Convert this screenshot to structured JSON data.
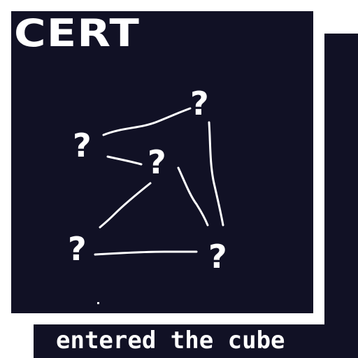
{
  "title": "CERT",
  "caption": "entered the cube",
  "graph": {
    "nodes": [
      {
        "id": "top",
        "label": "?"
      },
      {
        "id": "left",
        "label": "?"
      },
      {
        "id": "center",
        "label": "?"
      },
      {
        "id": "bottom-left",
        "label": "?"
      },
      {
        "id": "bottom-right",
        "label": "?"
      }
    ]
  },
  "colors": {
    "background": "#ffffff",
    "panel": "#111125",
    "foreground": "#ffffff"
  }
}
